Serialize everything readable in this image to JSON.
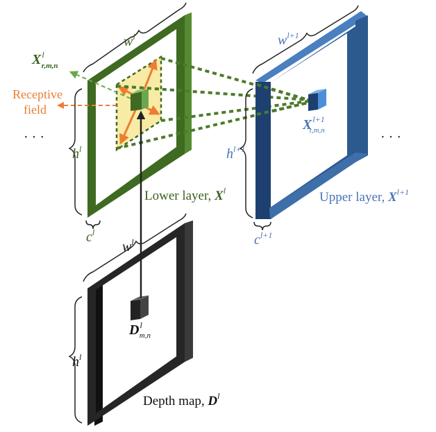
{
  "labels": {
    "ellipsis": "· · ·",
    "lower_layer": {
      "text": "Lower layer, ",
      "sym": "X",
      "sup": "l"
    },
    "upper_layer": {
      "text": "Upper layer, ",
      "sym": "X",
      "sup": "l+1"
    },
    "depth_map": {
      "text": "Depth map, ",
      "sym": "D",
      "sup": "l"
    },
    "receptive_field": {
      "line1": "Receptive",
      "line2": "field"
    },
    "x_r": {
      "sym": "X",
      "sup": "l",
      "sub": "r,m,n"
    },
    "x_t": {
      "sym": "X",
      "sup": "l+1",
      "sub": "t,m,n"
    },
    "d_mn": {
      "sym": "D",
      "sup": "l",
      "sub": "m,n"
    },
    "w_green": {
      "sym": "w",
      "sup": "l"
    },
    "h_green": {
      "sym": "h",
      "sup": "l"
    },
    "c_green": {
      "sym": "c",
      "sup": "l"
    },
    "w_blue": {
      "sym": "w",
      "sup": "l+1"
    },
    "h_blue": {
      "sym": "h",
      "sup": "l+1"
    },
    "c_blue": {
      "sym": "c",
      "sup": "l+1"
    },
    "w_black": {
      "sym": "w",
      "sup": "l"
    },
    "h_black": {
      "sym": "h",
      "sup": "l"
    }
  },
  "colors": {
    "lower": "#3f6a22",
    "lower_dark": "#2d4d16",
    "upper": "#2d5a8e",
    "upper_dark": "#1d4070",
    "depth": "#262626",
    "depth_dark": "#111111",
    "receptive": "#ed7d31",
    "highlight": "#f7eaa0",
    "dotted": "#4e7a2b",
    "lower_text": "#3a5f1e",
    "upper_text": "#4a74b4"
  }
}
